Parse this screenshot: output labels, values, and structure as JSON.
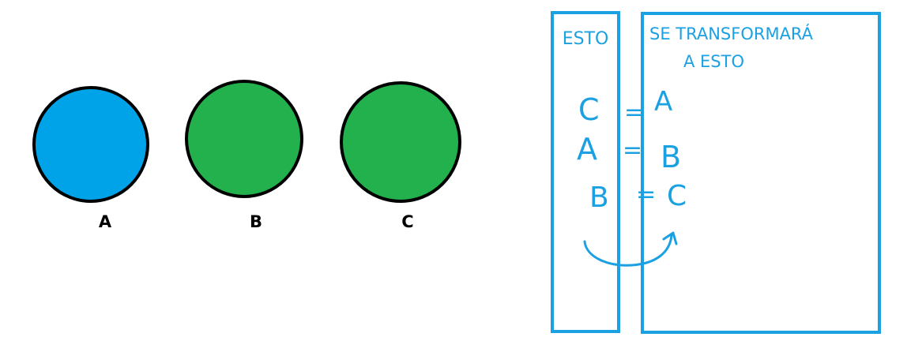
{
  "colors": {
    "circle_a_fill": "#00a2e8",
    "circle_b_fill": "#22b14c",
    "circle_c_fill": "#22b14c",
    "circle_stroke": "#000000",
    "box_stroke": "#1ba1e2",
    "handwriting": "#1ba1e2"
  },
  "circles": [
    {
      "label": "A"
    },
    {
      "label": "B"
    },
    {
      "label": "C"
    }
  ],
  "left_box": {
    "header": "ESTO"
  },
  "right_box": {
    "header_line1": "SE TRANSFORMARÁ",
    "header_line2": "A ESTO"
  },
  "mapping": [
    {
      "from": "C",
      "sep": "=",
      "to": "A"
    },
    {
      "from": "A",
      "sep": "=",
      "to": "B"
    },
    {
      "from": "B",
      "sep": "=",
      "to": "C"
    }
  ],
  "icons": [
    "curved-arrow-icon"
  ]
}
